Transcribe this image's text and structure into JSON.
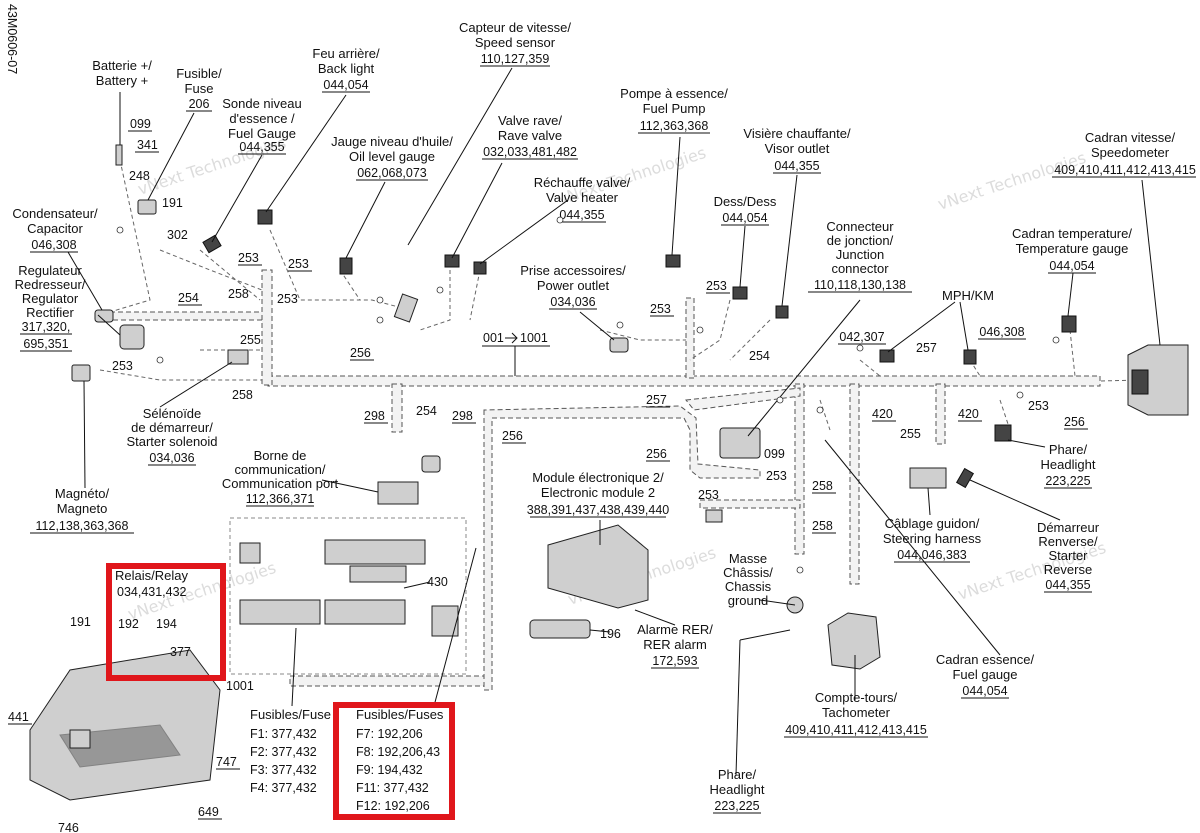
{
  "doc_code": "43M0606-07",
  "labels": {
    "battery": [
      "Batterie +/",
      "Battery +"
    ],
    "fuse": [
      "Fusible/",
      "Fuse"
    ],
    "fuse_ref": "206",
    "fuel_gauge_sender": [
      "Sonde niveau",
      "d'essence /",
      "Fuel Gauge"
    ],
    "fuel_gauge_sender_ref": "044,355",
    "backlight": [
      "Feu arrière/",
      "Back light"
    ],
    "backlight_ref": "044,054",
    "speed_sensor": [
      "Capteur de vitesse/",
      "Speed sensor"
    ],
    "speed_sensor_ref": "110,127,359",
    "oil_gauge": [
      "Jauge niveau d'huile/",
      "Oil level gauge"
    ],
    "oil_gauge_ref": "062,068,073",
    "rave_valve": [
      "Valve rave/",
      "Rave valve"
    ],
    "rave_valve_ref": "032,033,481,482",
    "valve_heater": [
      "Réchauffe valve/",
      "Valve heater"
    ],
    "valve_heater_ref": "044,355",
    "fuel_pump": [
      "Pompe à essence/",
      "Fuel Pump"
    ],
    "fuel_pump_ref": "112,363,368",
    "visor_outlet": [
      "Visière chauffante/",
      "Visor outlet"
    ],
    "visor_outlet_ref": "044,355",
    "speedometer": [
      "Cadran vitesse/",
      "Speedometer"
    ],
    "speedometer_ref": "409,410,411,412,413,415",
    "capacitor": [
      "Condensateur/",
      "Capacitor"
    ],
    "capacitor_ref": "046,308",
    "regulator": [
      "Regulateur",
      "Redresseur/",
      "Regulator",
      "Rectifier"
    ],
    "regulator_ref1": "317,320,",
    "regulator_ref2": "695,351",
    "dess": "Dess/Dess",
    "dess_ref": "044,054",
    "junction": [
      "Connecteur",
      "de jonction/",
      "Junction",
      "connector"
    ],
    "junction_ref": "110,118,130,138",
    "temp_gauge": [
      "Cadran temperature/",
      "Temperature gauge"
    ],
    "temp_gauge_ref": "044,054",
    "power_outlet": [
      "Prise accessoires/",
      "Power outlet"
    ],
    "power_outlet_ref": "034,036",
    "mph_km": "MPH/KM",
    "mph_left_ref": "042,307",
    "mph_right_ref": "046,308",
    "harness_main": "001",
    "harness_main_to": "1001",
    "starter_solenoid": [
      "Sélénoïde",
      "de démarreur/",
      "Starter solenoid"
    ],
    "starter_solenoid_ref": "034,036",
    "comm_port": [
      "Borne de",
      "communication/",
      "Communication port"
    ],
    "comm_port_ref": "112,366,371",
    "ecm": [
      "Module électronique 2/",
      "Electronic module 2"
    ],
    "ecm_ref": "388,391,437,438,439,440",
    "magneto": [
      "Magnéto/",
      "Magneto"
    ],
    "magneto_ref": "112,138,363,368",
    "headlight_right": [
      "Phare/",
      "Headlight"
    ],
    "headlight_right_ref": "223,225",
    "handlebar": [
      "Câblage guidon/",
      "Steering harness"
    ],
    "handlebar_ref": "044,046,383",
    "starter_rev": [
      "Démarreur",
      "Renverse/",
      "Starter",
      "Reverse"
    ],
    "starter_rev_ref": "044,355",
    "chassis_ground": [
      "Masse",
      "Châssis/",
      "Chassis",
      "ground"
    ],
    "rer_alarm": [
      "Alarme RER/",
      "RER alarm"
    ],
    "rer_alarm_ref": "172,593",
    "fuel_gauge_dial": [
      "Cadran essence/",
      "Fuel gauge"
    ],
    "fuel_gauge_dial_ref": "044,054",
    "tachometer": [
      "Compte-tours/",
      "Tachometer"
    ],
    "tachometer_ref": "409,410,411,412,413,415",
    "headlight_bottom": [
      "Phare/",
      "Headlight"
    ],
    "headlight_bottom_ref": "223,225",
    "relays": "Relais/Relay",
    "relays_ref": "034,431,432",
    "fuses_left_title": "Fusibles/Fuse",
    "fuses_left": [
      "F1: 377,432",
      "F2: 377,432",
      "F3: 377,432",
      "F4: 377,432"
    ],
    "fuses_right_title": "Fusibles/Fuses",
    "fuses_right": [
      "F7: 192,206",
      "F8: 192,206,43",
      "F9: 194,432",
      "F11: 377,432",
      "F12: 192,206"
    ]
  },
  "callouts": {
    "c099a": "099",
    "c341": "341",
    "c248": "248",
    "c191a": "191",
    "c302": "302",
    "c253a": "253",
    "c253b": "253",
    "c253c": "253",
    "c253d": "253",
    "c253e": "253",
    "c253f": "253",
    "c253g": "253",
    "c253h": "253",
    "c253i": "253",
    "c254a": "254",
    "c254b": "254",
    "c254c": "254",
    "c258a": "258",
    "c258b": "258",
    "c258c": "258",
    "c258d": "258",
    "c255a": "255",
    "c255b": "255",
    "c256a": "256",
    "c256b": "256",
    "c256c": "256",
    "c256d": "256",
    "c257a": "257",
    "c257b": "257",
    "c298a": "298",
    "c298b": "298",
    "c420a": "420",
    "c420b": "420",
    "c099b": "099",
    "c196": "196",
    "c430": "430",
    "c191b": "191",
    "c192": "192",
    "c194": "194",
    "c377": "377",
    "c1001": "1001",
    "c441": "441",
    "c746": "746",
    "c747": "747",
    "c649": "649"
  },
  "watermark": [
    "vNext",
    "Technologies"
  ],
  "colors": {
    "highlight": "#e0161b",
    "line": "#111111"
  }
}
